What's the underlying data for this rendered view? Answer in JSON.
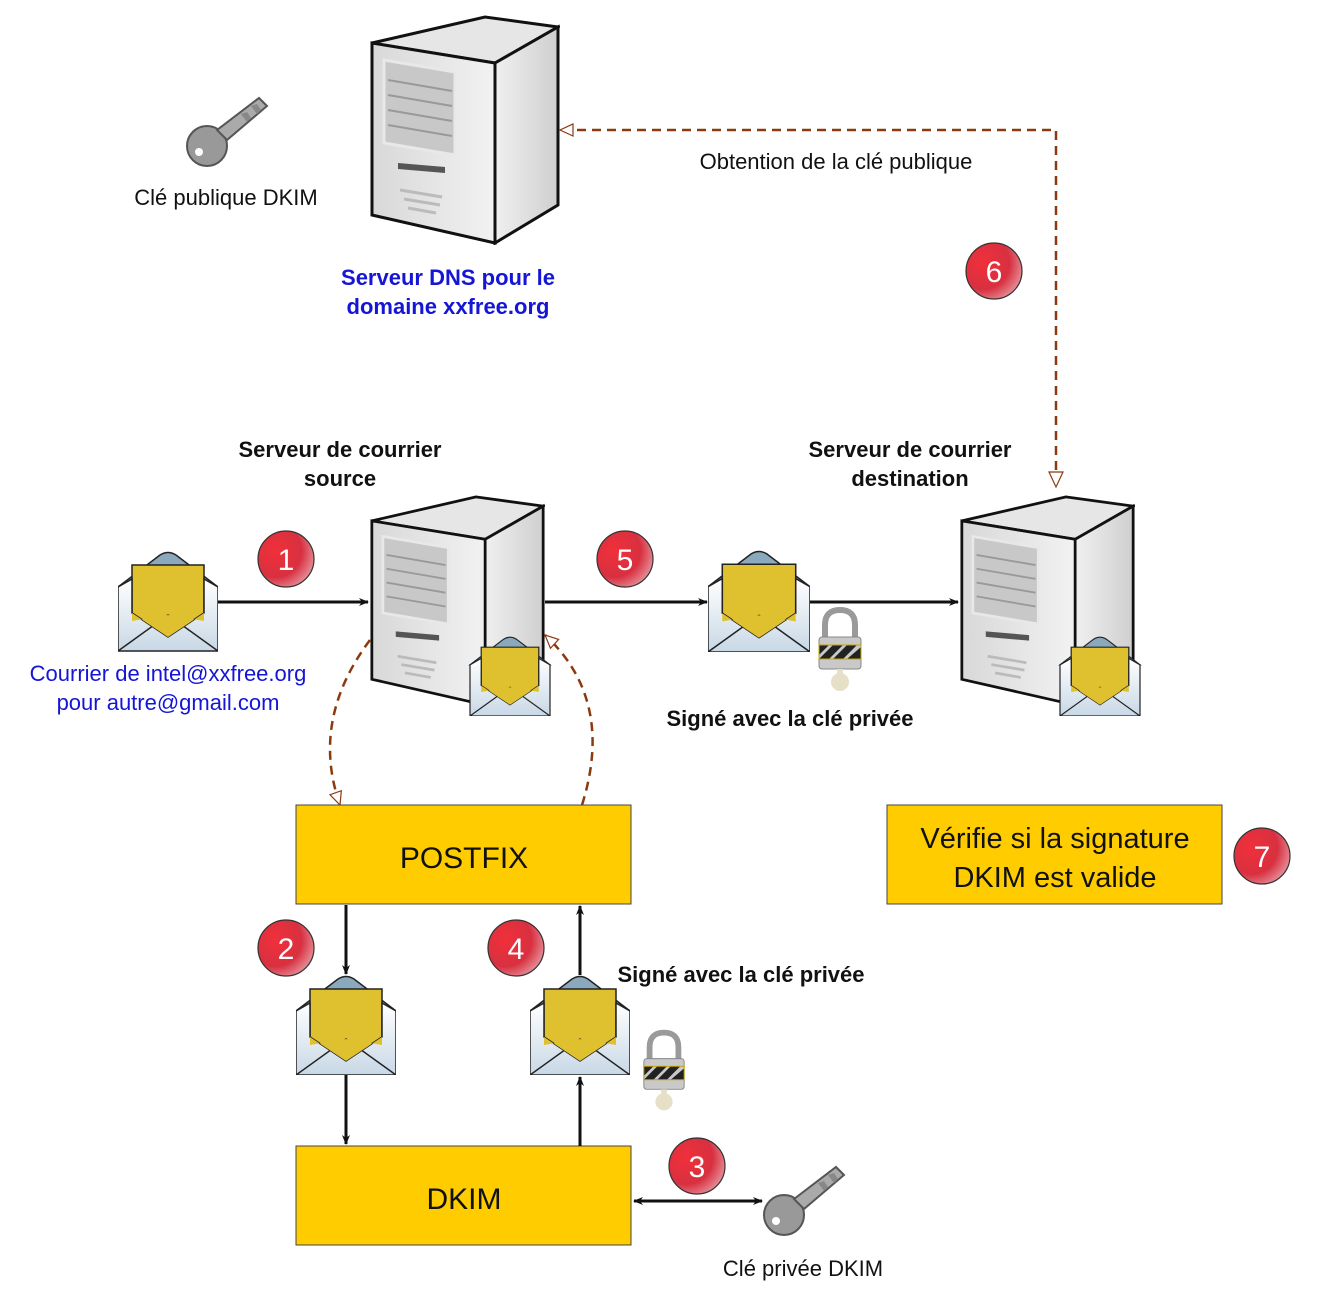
{
  "dns_server": {
    "key_label": "Clé publique DKIM",
    "label_line1": "Serveur DNS pour le",
    "label_line2": "domaine xxfree.org"
  },
  "public_key_fetch": {
    "label": "Obtention de la clé publique",
    "step": "6"
  },
  "source_server": {
    "label_line1": "Serveur de courrier",
    "label_line2": "source"
  },
  "destination_server": {
    "label_line1": "Serveur de courrier",
    "label_line2": "destination"
  },
  "incoming_mail": {
    "line1": "Courrier de intel@xxfree.org",
    "line2": "pour autre@gmail.com",
    "step": "1"
  },
  "outgoing": {
    "step": "5",
    "signed_label": "Signé avec la clé privée"
  },
  "postfix": {
    "label": "POSTFIX"
  },
  "dkim": {
    "label": "DKIM"
  },
  "to_dkim": {
    "step": "2"
  },
  "from_dkim": {
    "step": "4",
    "signed_label": "Signé avec la clé privée"
  },
  "private_key": {
    "step": "3",
    "label": "Clé privée DKIM"
  },
  "verify": {
    "line1": "Vérifie si la signature",
    "line2": "DKIM est valide",
    "step": "7"
  },
  "colors": {
    "box_fill": "#FFCC00",
    "badge": "#d9252f",
    "dashed_arrow": "#8b3a0f",
    "blue_text": "#1515d6"
  }
}
